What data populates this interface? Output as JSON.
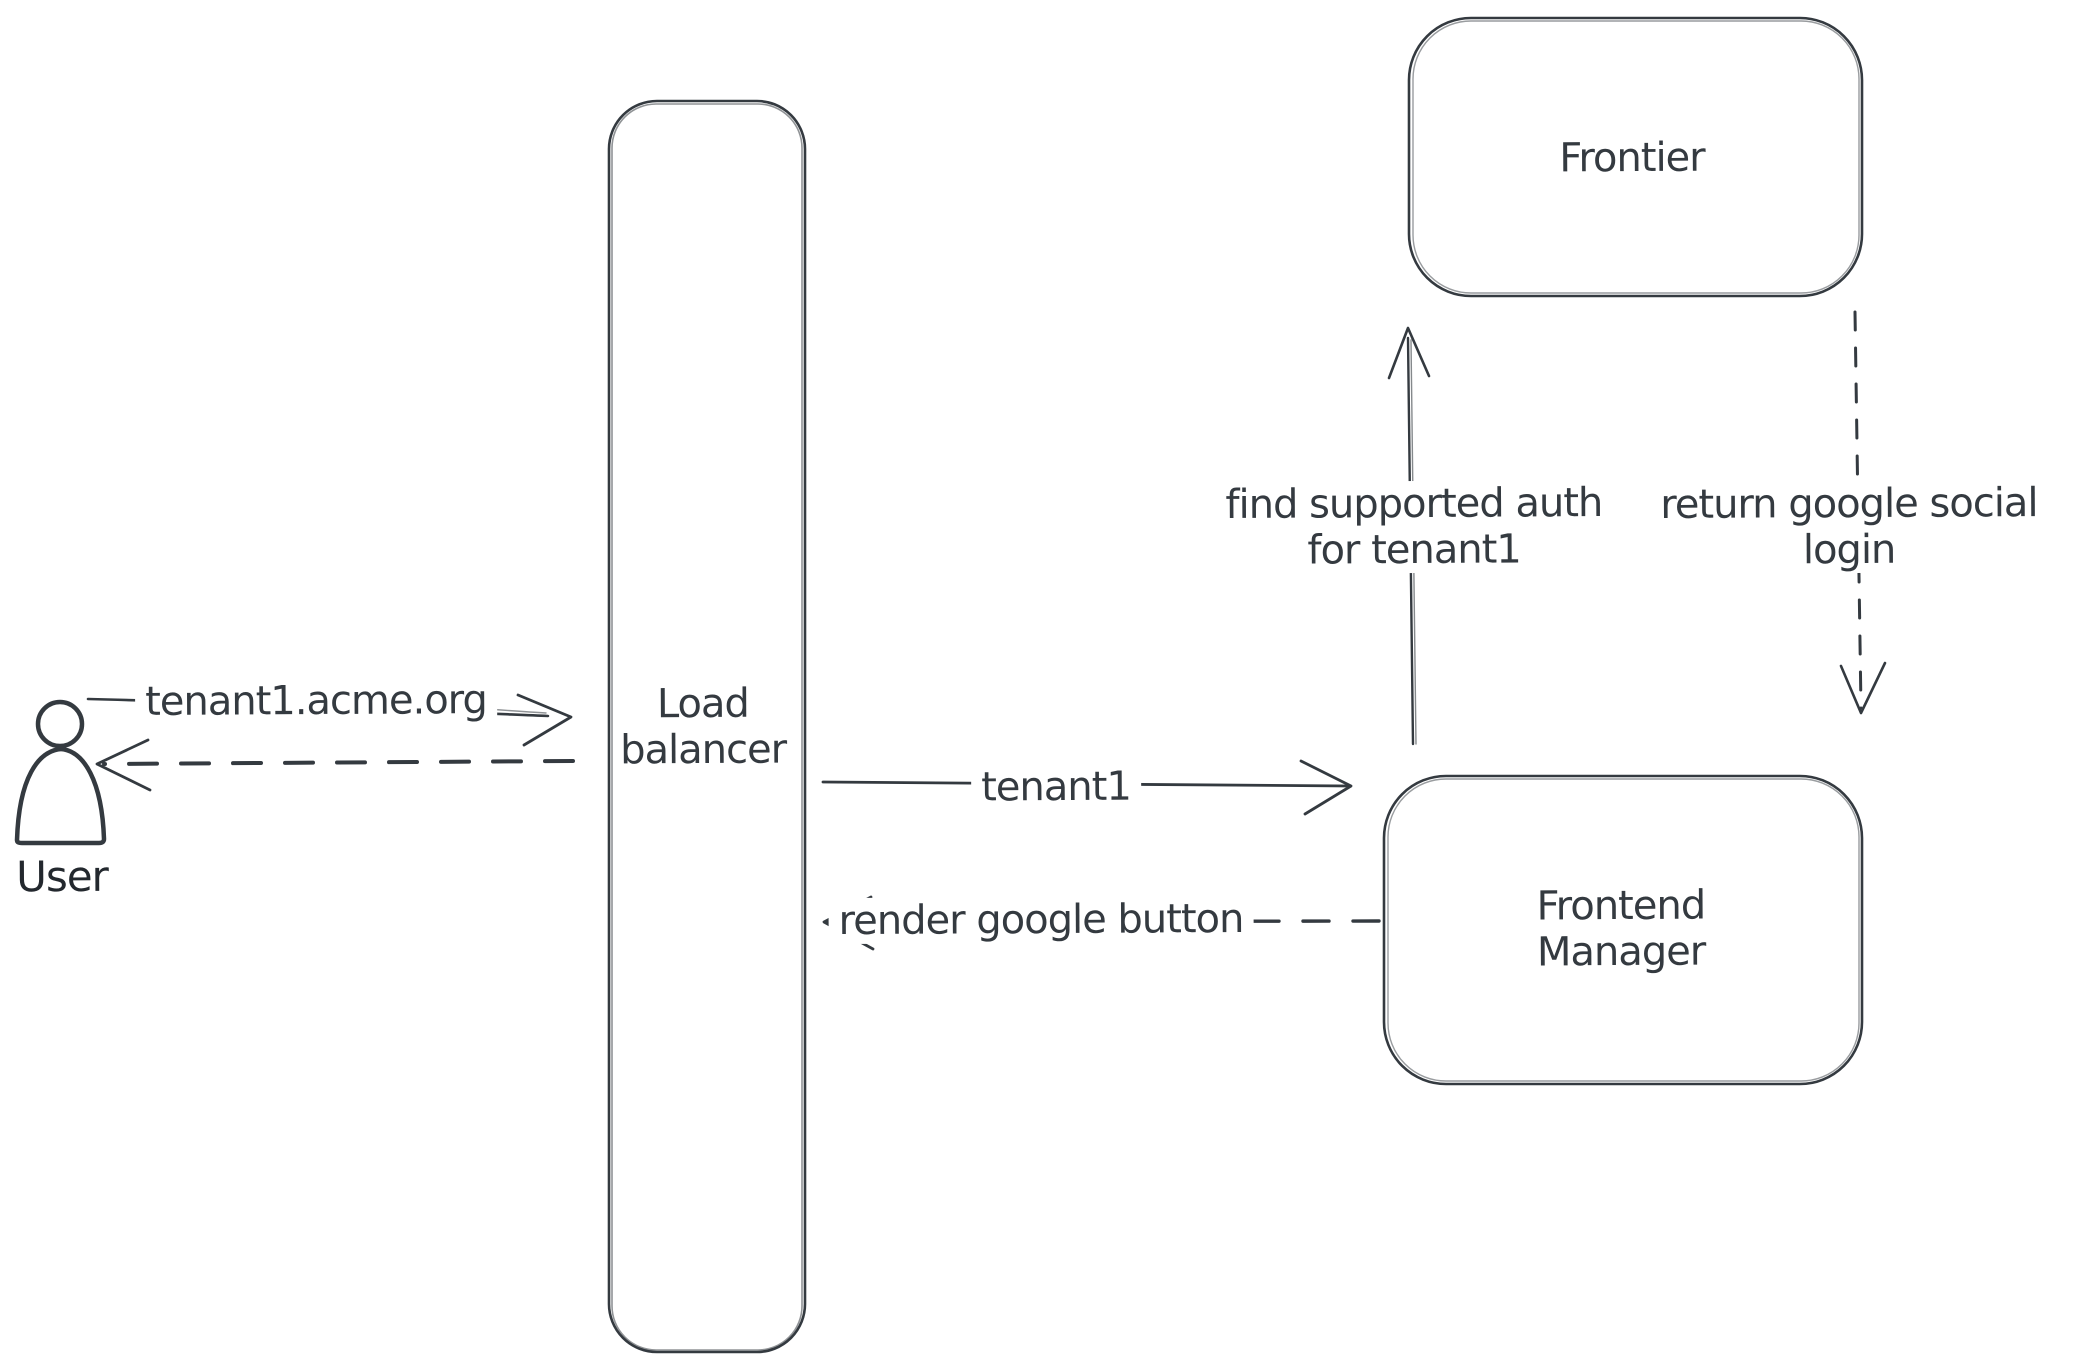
{
  "colors": {
    "stroke": "#343a40",
    "text": "#343a40",
    "hatch_fill": "#ccd3da",
    "canvas_background": "#ffffff"
  },
  "actors": {
    "user": {
      "label": "User"
    }
  },
  "nodes": {
    "load_balancer": {
      "lines": [
        "Load",
        "balancer"
      ]
    },
    "frontier": {
      "lines": [
        "Frontier"
      ]
    },
    "frontend_manager": {
      "lines": [
        "Frontend",
        "Manager"
      ]
    }
  },
  "edges": {
    "user_to_load_balancer": {
      "label": "tenant1.acme.org",
      "line_style": "solid",
      "arrow_direction": "right"
    },
    "load_balancer_to_user": {
      "label": "",
      "line_style": "dashed",
      "arrow_direction": "left"
    },
    "load_balancer_to_frontend_manager": {
      "label": "tenant1",
      "line_style": "solid",
      "arrow_direction": "right"
    },
    "frontend_manager_to_load_balancer": {
      "label": "render google button",
      "line_style": "dashed",
      "arrow_direction": "left"
    },
    "frontend_manager_to_frontier": {
      "lines": [
        "find supported auth",
        "for tenant1"
      ],
      "line_style": "solid",
      "arrow_direction": "up"
    },
    "frontier_to_frontend_manager": {
      "lines": [
        "return google social",
        "login"
      ],
      "line_style": "dashed",
      "arrow_direction": "down"
    }
  }
}
